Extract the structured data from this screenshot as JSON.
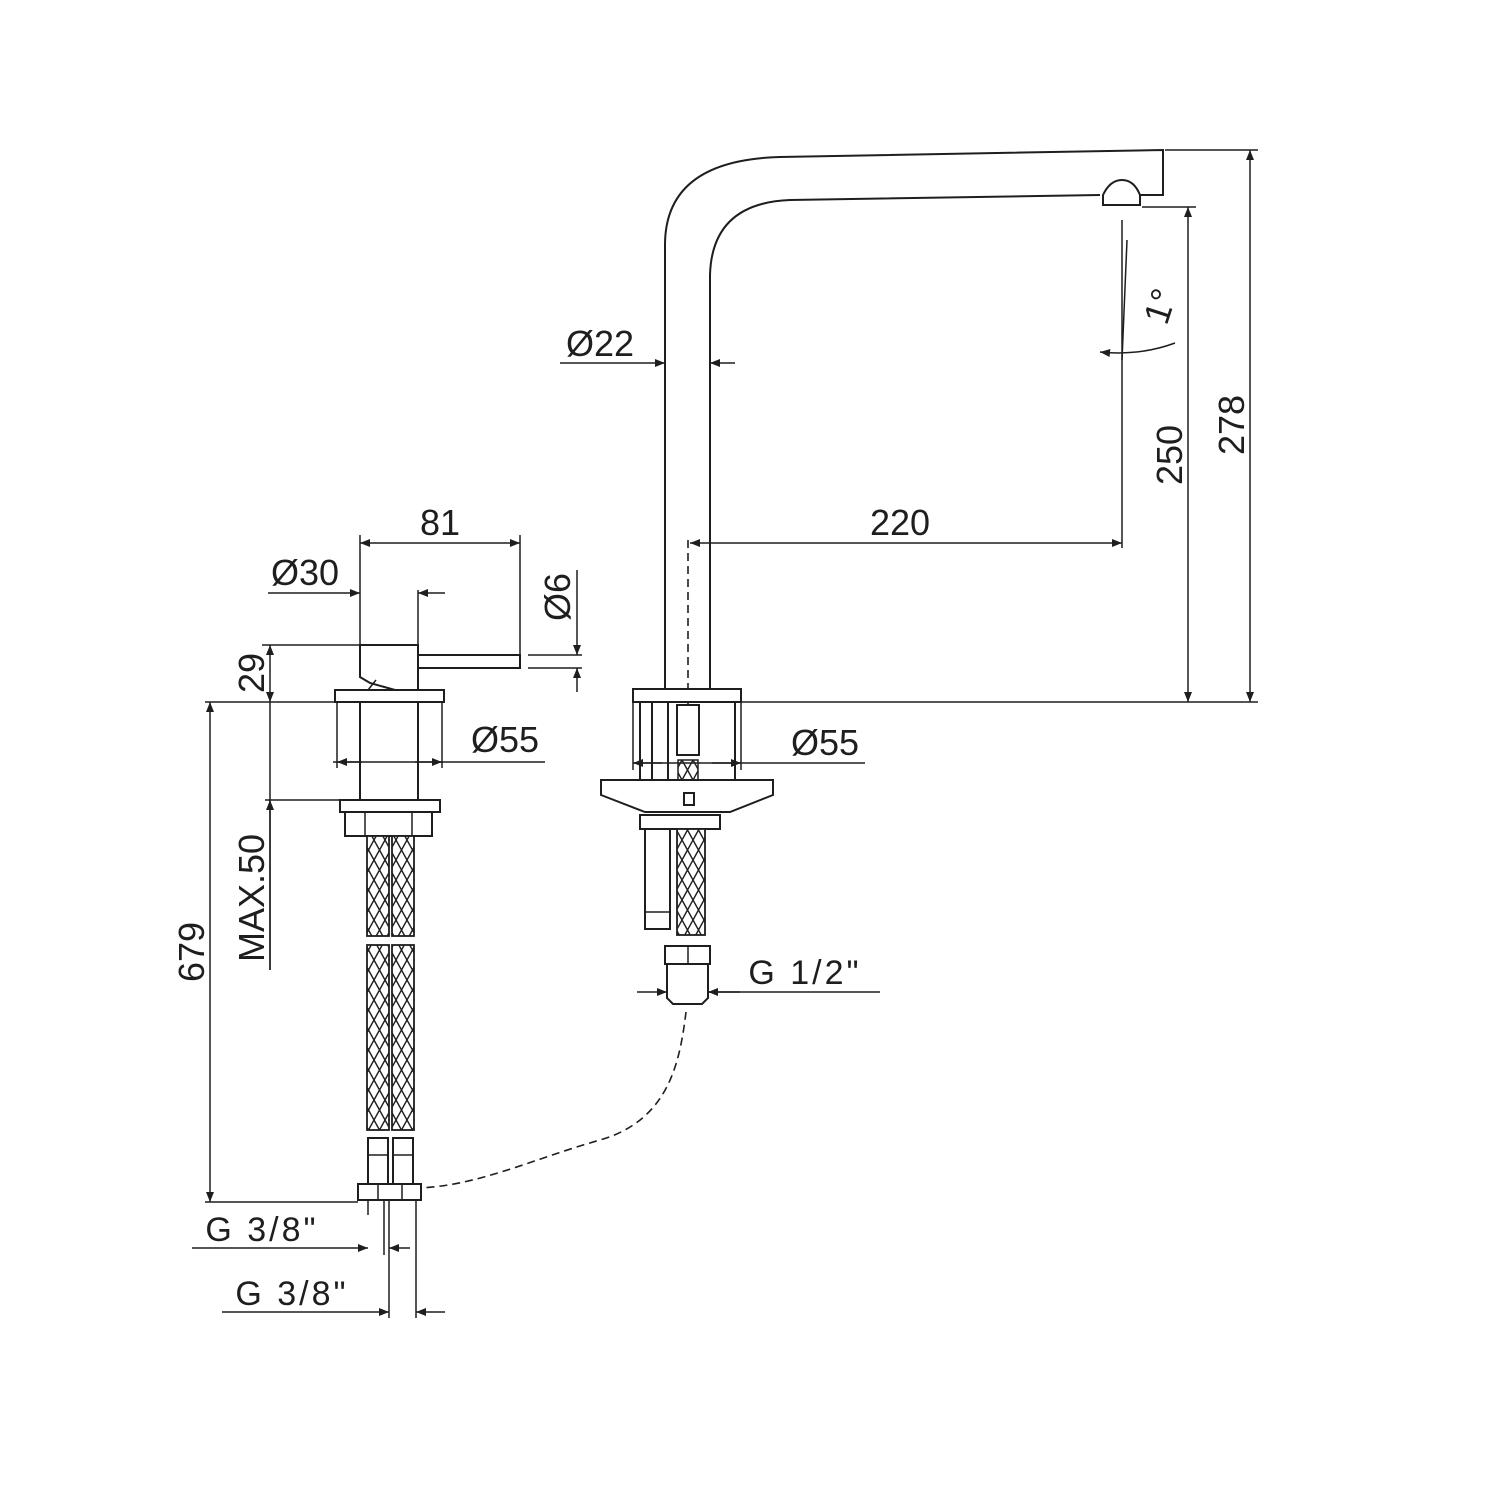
{
  "drawing": {
    "title": "Kitchen mixer technical drawing",
    "spout": {
      "diameter_label": "Ø22",
      "angle_label": "1°",
      "outlet_height_label": "250",
      "total_height_label": "278",
      "reach_label": "220",
      "base_diameter_label": "Ø55",
      "connection_label": "G 1/2\""
    },
    "side_lever": {
      "lever_length_label": "81",
      "body_diameter_label": "Ø30",
      "handle_diameter_label": "Ø6",
      "height_label": "29",
      "base_diameter_label": "Ø55",
      "max_deck_label": "MAX.50",
      "hose_length_label": "679",
      "connection_label_1": "G 3/8\"",
      "connection_label_2": "G 3/8\""
    },
    "colors": {
      "line": "#1e1e1e",
      "background": "#ffffff"
    }
  }
}
